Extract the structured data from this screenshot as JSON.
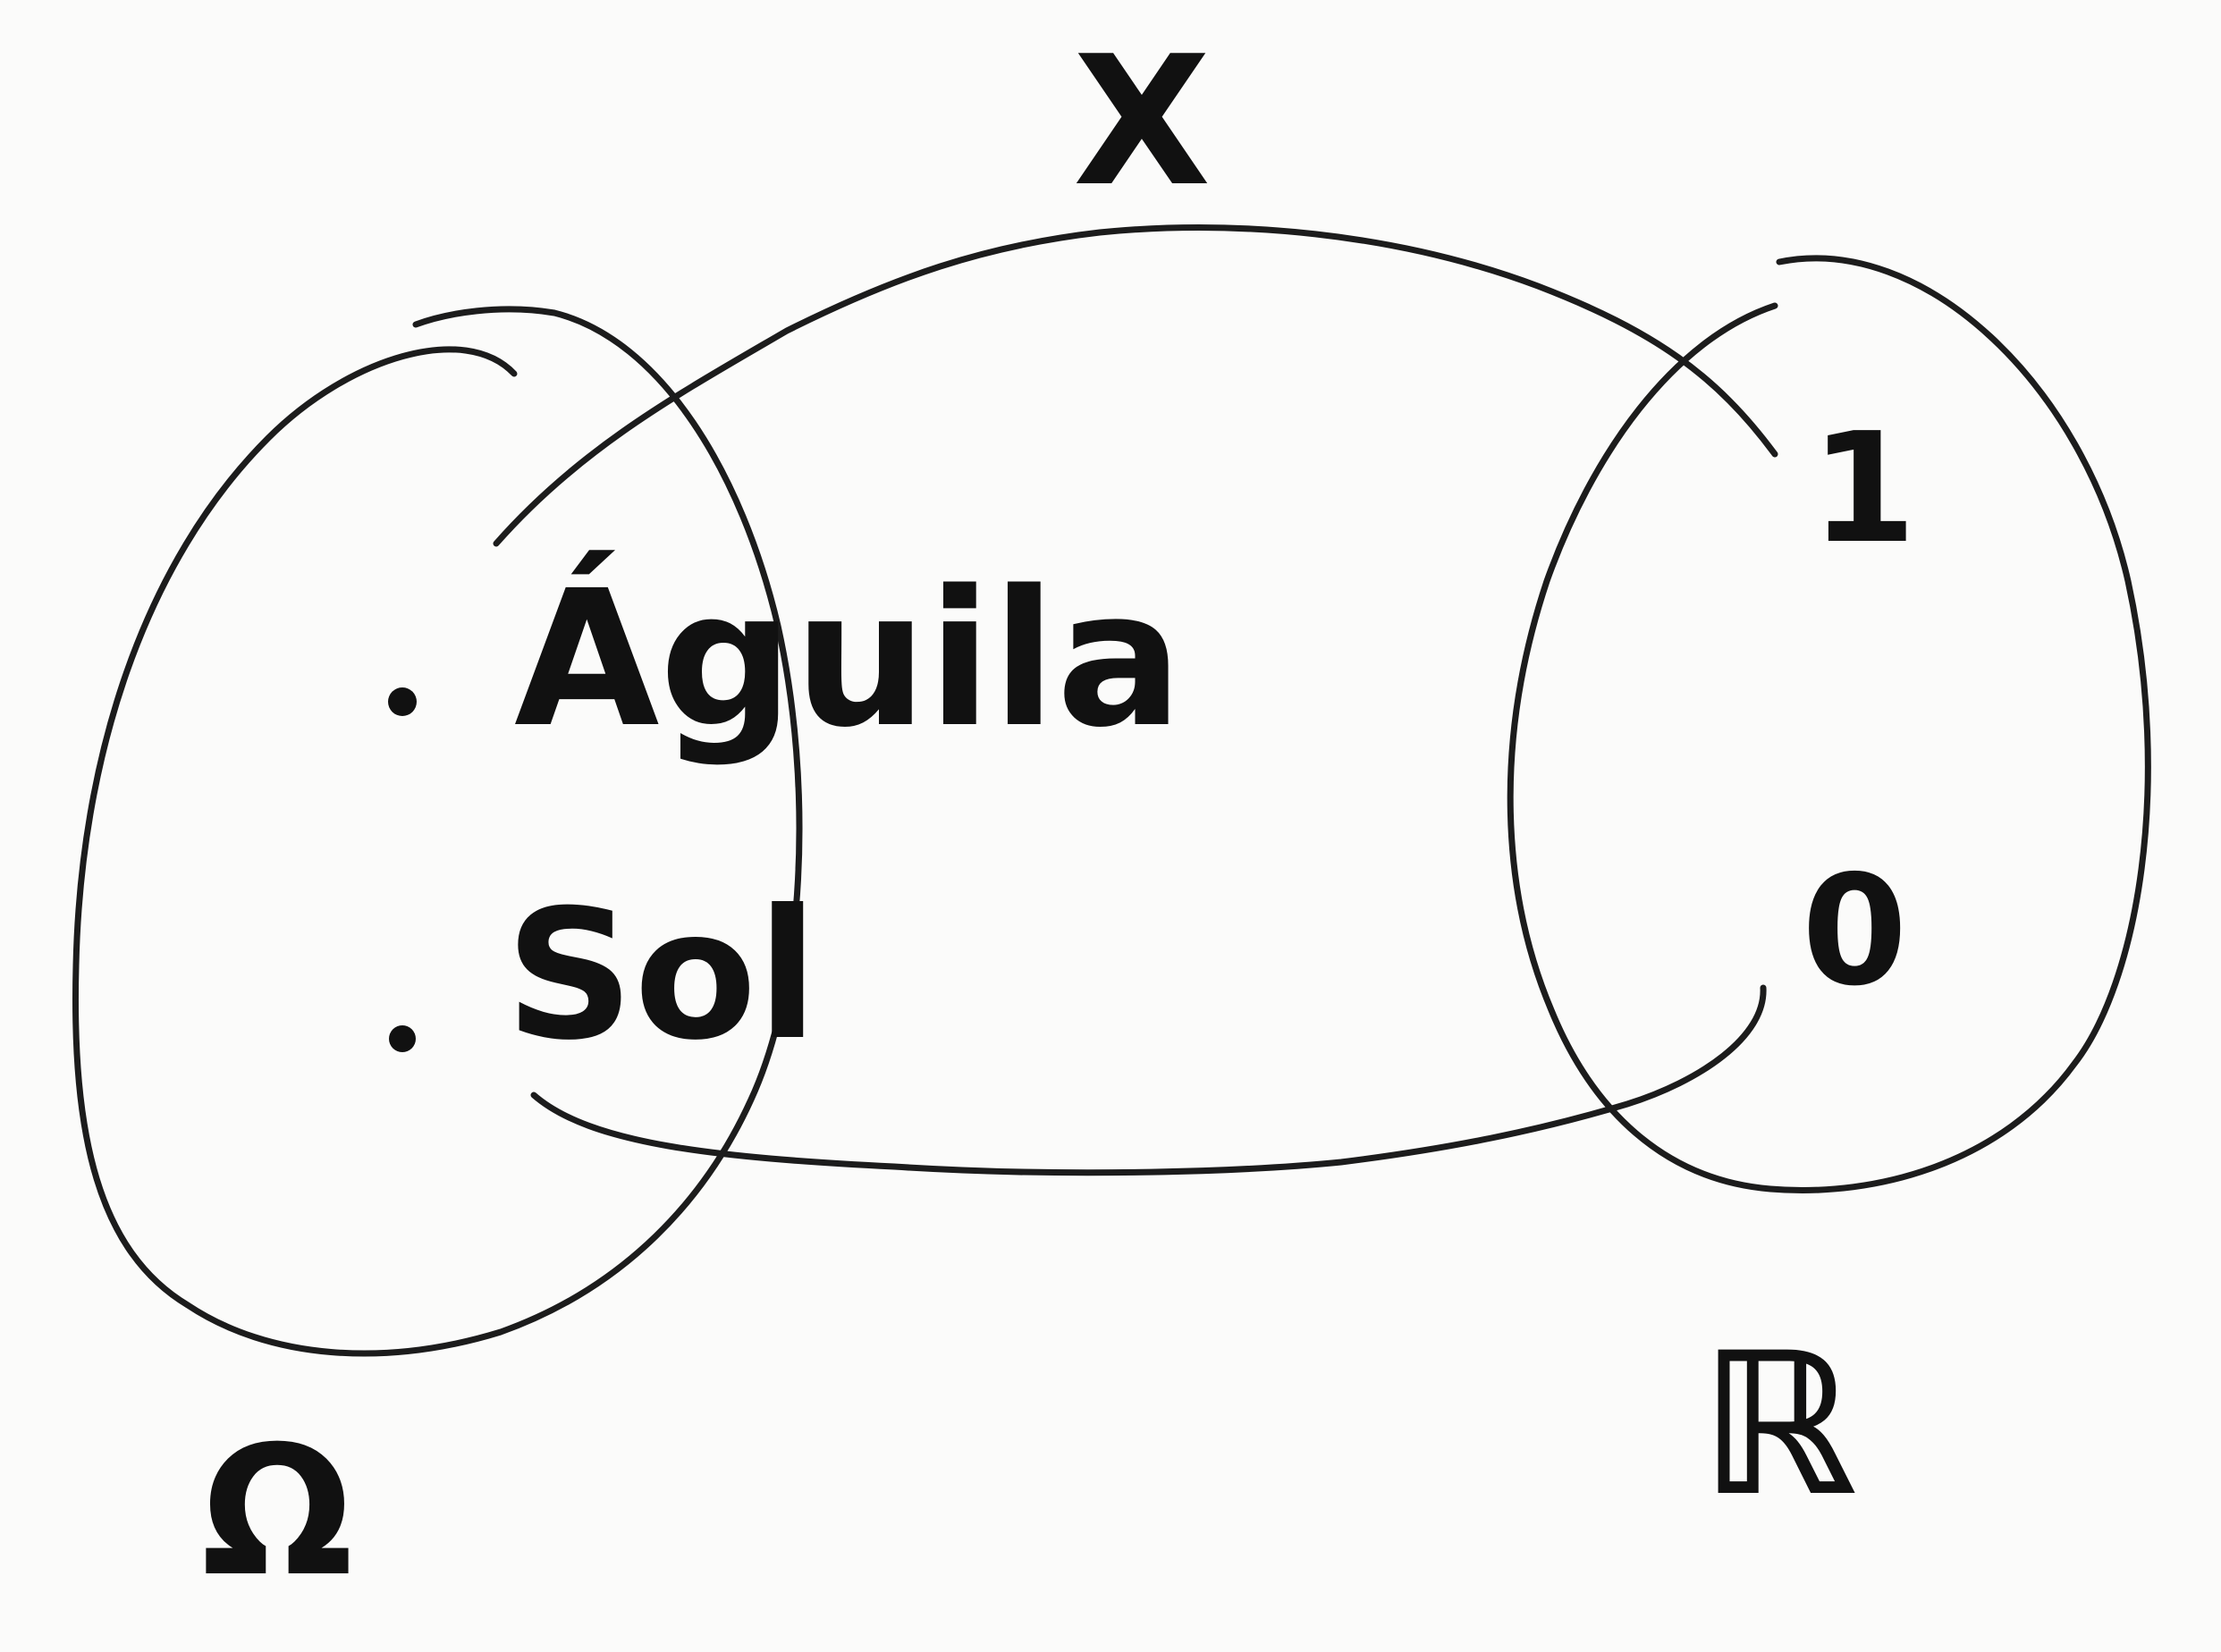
{
  "mapping": {
    "name": "X",
    "domain_symbol": "Ω",
    "codomain_symbol": "ℝ"
  },
  "outcomes": [
    {
      "label": "Águila",
      "value": "1"
    },
    {
      "label": "Sol",
      "value": "0"
    }
  ],
  "colors": {
    "ink": "#1c1c1c",
    "background": "#fbfbfa"
  }
}
